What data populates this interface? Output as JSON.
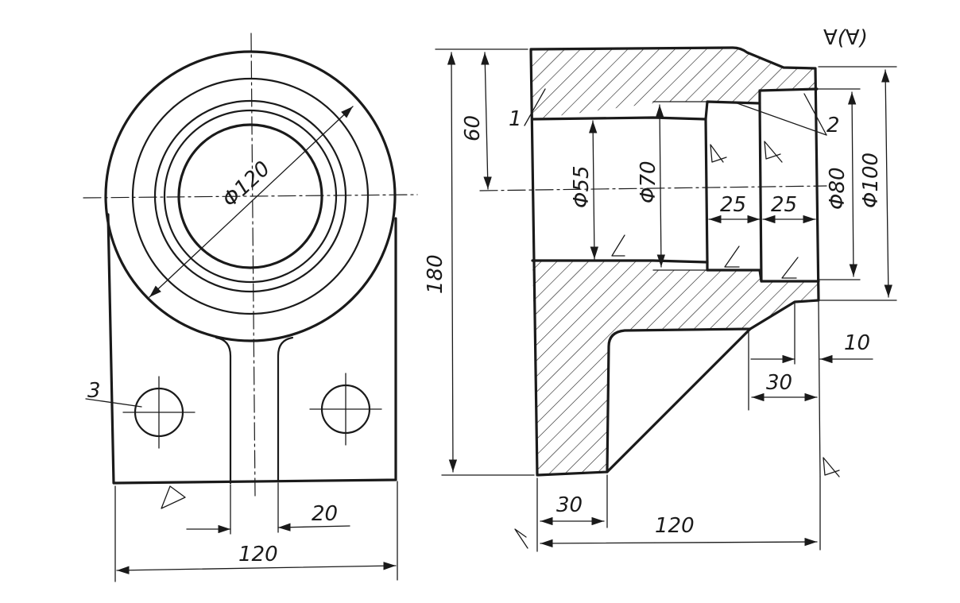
{
  "dimensions": {
    "dia_120": "Φ120",
    "width_120_left": "120",
    "rib_20": "20",
    "label_3": "3",
    "height_180": "180",
    "depth_60": "60",
    "dia_55": "Φ55",
    "dia_70": "Φ70",
    "dia_80": "Φ80",
    "dia_100": "Φ100",
    "len_25_a": "25",
    "len_25_b": "25",
    "len_10": "10",
    "len_30_right": "30",
    "len_30_bottom": "30",
    "width_120_right": "120",
    "label_1": "1",
    "label_2": "2",
    "roughness_note": "∀(∀)"
  },
  "colors": {
    "ink": "#1a1a1a",
    "paper": "#ffffff"
  }
}
